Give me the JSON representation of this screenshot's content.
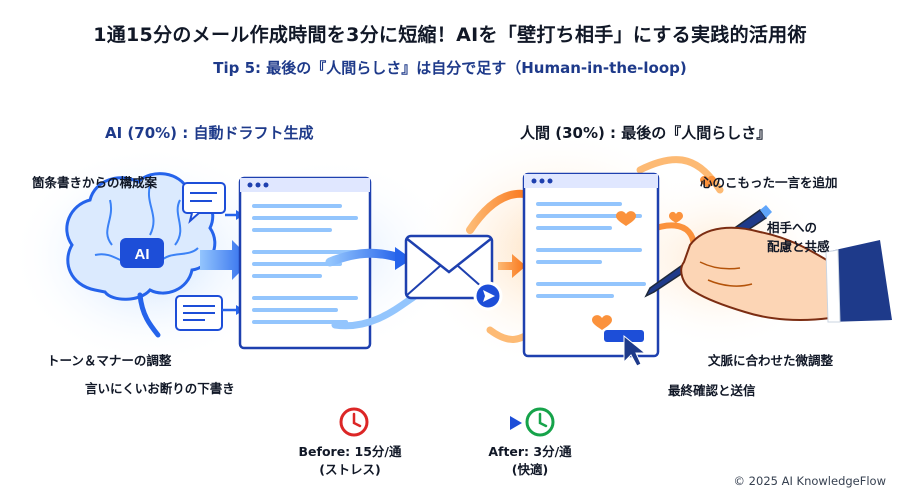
{
  "header": {
    "title": "1通15分のメール作成時間を3分に短縮！AIを「壁打ち相手」にする実践的活用術",
    "subtitle": "Tip 5: 最後の『人間らしさ』は自分で足す（Human-in-the-loop)"
  },
  "ai_side": {
    "heading": "AI (70%) : 自動ドラフト生成",
    "brain_label": "AI",
    "labels": [
      "箇条書きからの構成案",
      "トーン＆マナーの調整",
      "言いにくいお断りの下書き"
    ]
  },
  "human_side": {
    "heading": "人間 (30%) : 最後の『人間らしさ』",
    "labels": [
      "心のこもった一言を追加",
      "相手への",
      "配慮と共感",
      "文脈に合わせた微調整",
      "最終確認と送信"
    ]
  },
  "timeline": {
    "before_line1": "Before: 15分/通",
    "before_line2": "(ストレス)",
    "after_line1": "After: 3分/通",
    "after_line2": "(快適)"
  },
  "footer": {
    "copyright": "© 2025 AI KnowledgeFlow"
  },
  "colors": {
    "ai_blue": "#2563eb",
    "warm_orange": "#f59e0b",
    "red_clock": "#dc2626",
    "green_clock": "#16a34a"
  }
}
